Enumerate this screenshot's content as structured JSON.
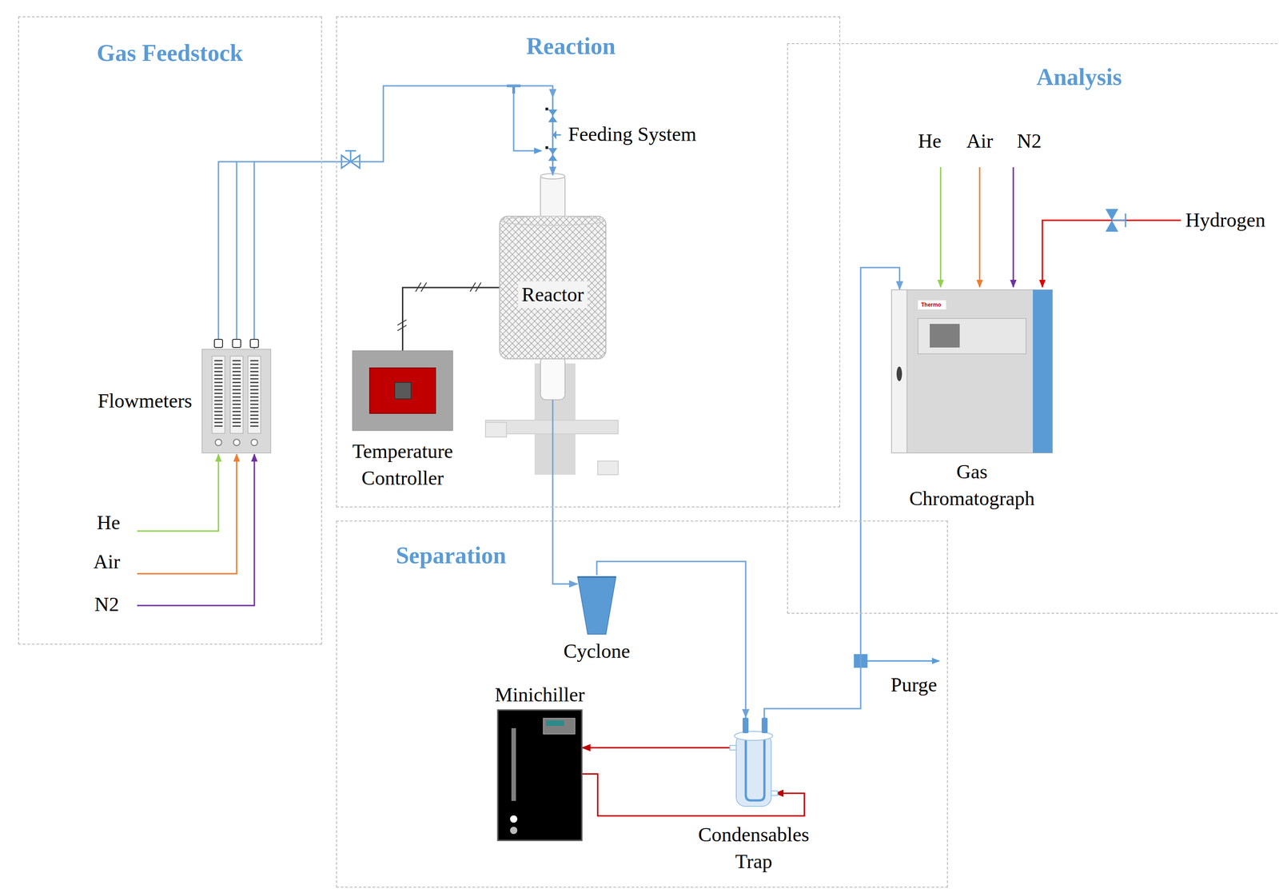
{
  "diagram": {
    "nodes": [
      {
        "text": [
          "Gas Feedstock"
        ]
      },
      {
        "text": [
          "Flowmeters"
        ],
        "in": 0
      },
      {
        "text": [
          "Reaction"
        ]
      },
      {
        "text": [
          "Feeding System"
        ],
        "in": 2
      },
      {
        "text": [
          "Reactor"
        ],
        "in": 2
      },
      {
        "text": [
          "Temperature Controller"
        ],
        "in": 2
      },
      {
        "text": [
          "Analysis"
        ]
      },
      {
        "text": [
          "Gas Chromatograph"
        ],
        "in": 6
      },
      {
        "text": [
          "Separation"
        ]
      },
      {
        "text": [
          "Cyclone"
        ],
        "in": 8
      },
      {
        "text": [
          "Minichiller"
        ],
        "in": 8
      },
      {
        "text": [
          "Condensables Trap"
        ],
        "in": 8
      }
    ],
    "edges": [
      {
        "from": 1,
        "to": 3,
        "arrow": "to"
      },
      {
        "from": 3,
        "to": 4,
        "arrow": "to"
      },
      {
        "from": 5,
        "to": 4,
        "arrow": "none"
      },
      {
        "from": 4,
        "to": 9,
        "arrow": "to"
      },
      {
        "from": 9,
        "to": 11,
        "arrow": "to"
      },
      {
        "from": 11,
        "to": 7,
        "arrow": "to"
      },
      {
        "from": 11,
        "to": 10,
        "arrow": "to"
      },
      {
        "from": 10,
        "to": 11,
        "arrow": "to"
      }
    ],
    "labels": [
      "He",
      "Air",
      "N2",
      "He",
      "Air",
      "N2",
      "Hydrogen",
      "Thermo",
      "Purge"
    ]
  }
}
